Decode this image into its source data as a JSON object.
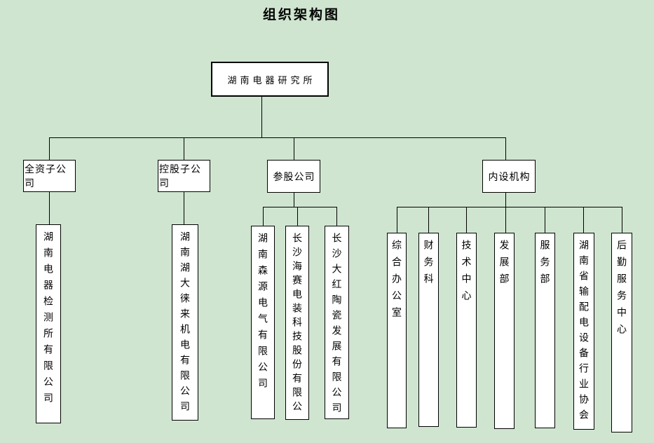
{
  "title": "组织架构图",
  "chart": {
    "root": "湖南电器研究所",
    "branches": [
      {
        "label": "全资子公司",
        "children": [
          "湖南电器检测所有限公司"
        ]
      },
      {
        "label": "控股子公司",
        "children": [
          "湖南湖大徕来机电有限公司"
        ]
      },
      {
        "label": "参股公司",
        "children": [
          "湖南森源电气有限公司",
          "长沙海赛电装科技股份有限公",
          "长沙大红陶瓷发展有限公司"
        ]
      },
      {
        "label": "内设机构",
        "children": [
          "综合办公室",
          "财务科",
          "技术中心",
          "发展部",
          "服务部",
          "湖南省输配电设备行业协会",
          "后勤服务中心"
        ]
      }
    ]
  },
  "colors": {
    "background": "#cfe5d0",
    "node_fill": "#ffffff",
    "node_border": "#000000",
    "connector": "#000000",
    "text": "#000000"
  }
}
